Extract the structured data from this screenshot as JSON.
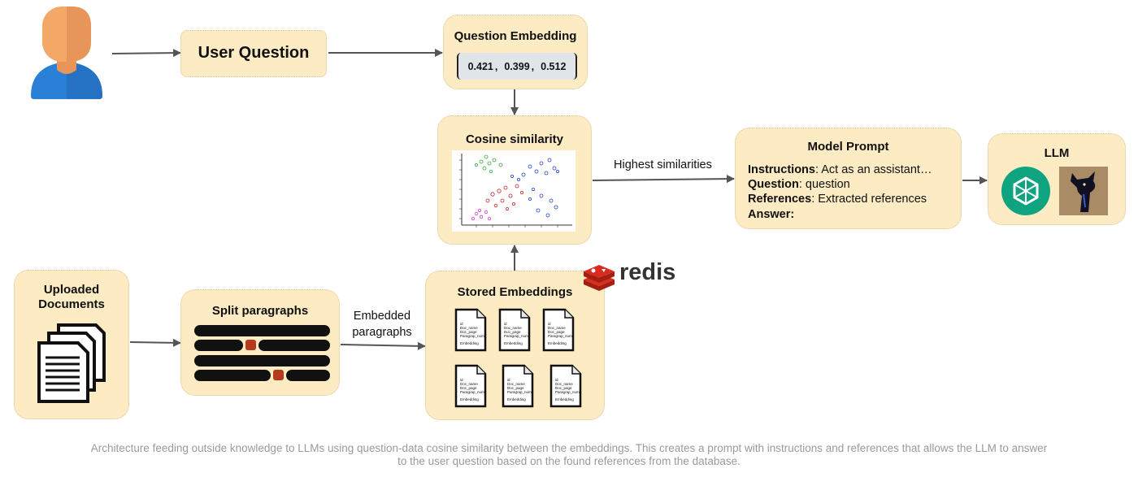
{
  "user_question": {
    "label": "User Question"
  },
  "question_embedding": {
    "title": "Question Embedding",
    "values": [
      "0.421",
      "0.399",
      "0.512"
    ],
    "separator": ","
  },
  "cosine": {
    "title": "Cosine similarity"
  },
  "edge_labels": {
    "highest": "Highest similarities",
    "embedded_line1": "Embedded",
    "embedded_line2": "paragraphs"
  },
  "model_prompt": {
    "title": "Model Prompt",
    "instructions_label": "Instructions",
    "instructions_value": ":  Act as an assistant…",
    "question_label": "Question",
    "question_value": ": question",
    "references_label": "References",
    "references_value": ": Extracted references",
    "answer_label": "Answer:"
  },
  "llm": {
    "title": "LLM"
  },
  "uploaded": {
    "title_line1": "Uploaded",
    "title_line2": "Documents"
  },
  "split": {
    "title": "Split paragraphs"
  },
  "stored": {
    "title": "Stored Embeddings"
  },
  "redis": {
    "label": "redis"
  },
  "doc_card": {
    "line1": "id",
    "line2": "Doc_name",
    "line3": "Doc_page",
    "line4": "Paragrap_num",
    "line5": "Embedding"
  },
  "caption": {
    "line1": "Architecture feeding outside knowledge to LLMs using question-data cosine similarity between the embeddings. This creates a prompt with instructions and references that allows the LLM to answer",
    "line2": "to the user question based on the found references from the database."
  },
  "colors": {
    "box_fill": "#fcebc3",
    "box_border": "#d8c49a",
    "redis_red": "#d82c20",
    "openai_green": "#10a37f",
    "arrow": "#555555"
  },
  "icons": [
    "user-icon",
    "documents-icon",
    "paragraphs-icon",
    "scatter-plot-icon",
    "openai-icon",
    "llama-icon",
    "redis-logo"
  ]
}
